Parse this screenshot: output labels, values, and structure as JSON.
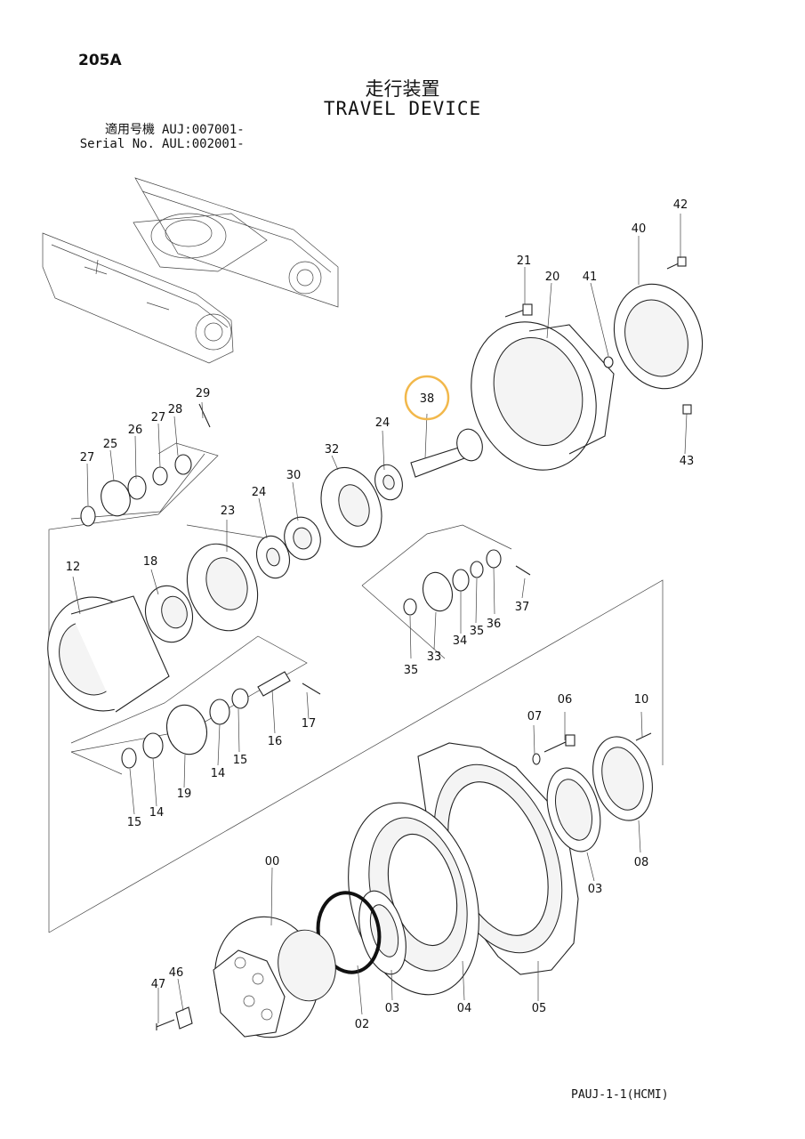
{
  "header": {
    "page_code": "205A",
    "title_jp": "走行装置",
    "title_en": "TRAVEL DEVICE",
    "serial_rows": [
      {
        "label": "適用号機",
        "value": "AUJ:007001-"
      },
      {
        "label": "Serial No.",
        "value": "AUL:002001-"
      }
    ]
  },
  "footer": {
    "code": "PAUJ-1-1(HCMI)"
  },
  "highlight": {
    "part": "38",
    "color": "#f2b84b"
  },
  "callouts": [
    "00",
    "02",
    "03",
    "03",
    "04",
    "05",
    "06",
    "07",
    "08",
    "10",
    "12",
    "14",
    "14",
    "15",
    "15",
    "16",
    "17",
    "18",
    "19",
    "20",
    "21",
    "23",
    "24",
    "24",
    "25",
    "26",
    "27",
    "27",
    "28",
    "29",
    "30",
    "32",
    "33",
    "34",
    "35",
    "35",
    "36",
    "37",
    "38",
    "40",
    "41",
    "42",
    "43",
    "46",
    "47"
  ]
}
